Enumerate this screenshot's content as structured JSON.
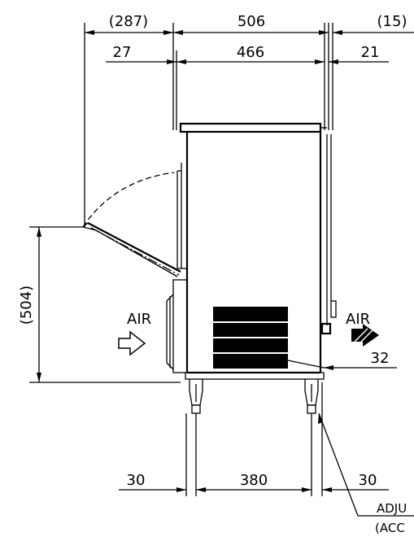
{
  "dimensions": {
    "door_swing_top": "(287)",
    "overall_depth": "506",
    "rear_clearance": "(15)",
    "front_offset": "27",
    "body_depth": "466",
    "rear_offset": "21",
    "door_height": "(504)",
    "vent_offset": "32",
    "front_leg_offset": "30",
    "leg_span": "380",
    "rear_leg_offset": "30"
  },
  "airflow": {
    "intake_label": "AIR",
    "exhaust_label": "AIR"
  },
  "callout": {
    "line1": "ADJU",
    "line2": "(ACC"
  }
}
